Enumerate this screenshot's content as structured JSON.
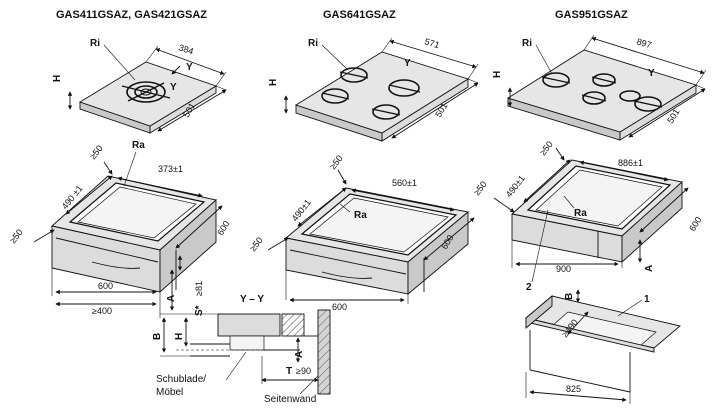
{
  "models": {
    "left": "GAS411GSAZ, GAS421GSAZ",
    "center": "GAS641GSAZ",
    "right": "GAS951GSAZ"
  },
  "hob_dims": {
    "left": {
      "width": "384",
      "depth": "501"
    },
    "center": {
      "width": "571",
      "depth": "501"
    },
    "right": {
      "width": "897",
      "depth": "501"
    }
  },
  "cutout_dims": {
    "left": {
      "width": "373±1",
      "depth": "490 ±1",
      "min_back": "≥50",
      "min_side": "≥50",
      "cabinet_depth": "600",
      "cabinet_width": "600",
      "cabinet_width_min": "≥400"
    },
    "center": {
      "width": "560±1",
      "depth": "490±1",
      "min_back": "≥50",
      "min_side": "≥50",
      "cabinet_depth": "600",
      "cabinet_width": "600"
    },
    "right": {
      "width": "886±1",
      "depth": "490±1",
      "min_back": "≥50",
      "min_side": "≥50",
      "cabinet_depth": "600",
      "cabinet_width": "900",
      "frame_width": "825",
      "frame_depth": "≥490"
    }
  },
  "labels": {
    "ri": "Ri",
    "ra": "Ra",
    "h": "H",
    "y": "Y",
    "a": "A",
    "b": "B",
    "t": "T",
    "s": "S*",
    "s_value": "≥81",
    "t_value": "≥90",
    "section": "Y – Y",
    "callout_1": "1",
    "callout_2": "2"
  },
  "captions": {
    "drawer": "Schublade/",
    "furniture": "Möbel",
    "side_wall": "Seitenwand"
  }
}
